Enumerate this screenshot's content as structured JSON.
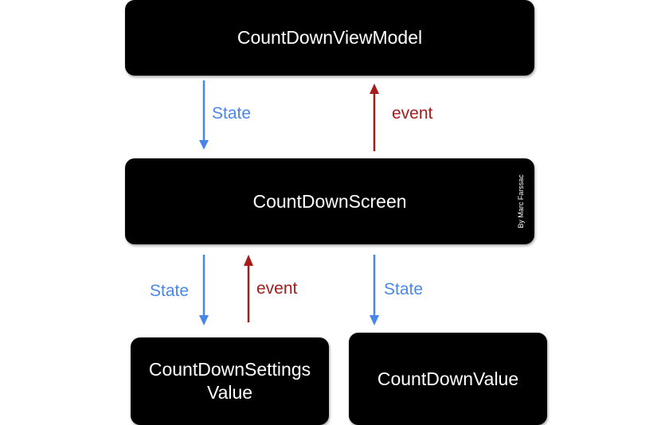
{
  "nodes": {
    "viewmodel": "CountDownViewModel",
    "screen": "CountDownScreen",
    "settings": "CountDownSettingsValue",
    "value": "CountDownValue"
  },
  "edge_labels": {
    "viewmodel_to_screen_state": "State",
    "screen_to_viewmodel_event": "event",
    "screen_to_settings_state": "State",
    "settings_to_screen_event": "event",
    "screen_to_value_state": "State"
  },
  "watermark": "By Marc Farssac",
  "colors": {
    "state": "#4a86e8",
    "event": "#a61c1c",
    "node_fill": "#000000",
    "node_text": "#ffffff"
  }
}
